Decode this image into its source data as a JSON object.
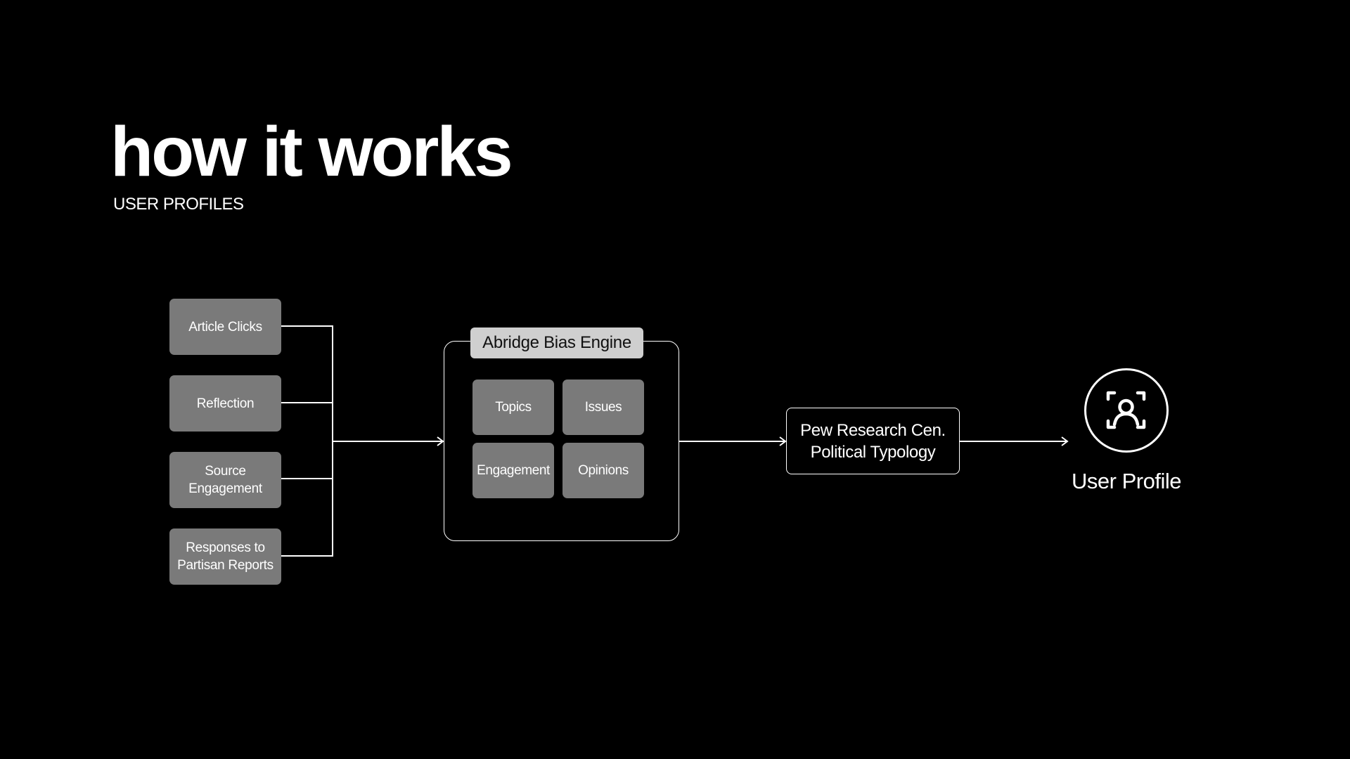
{
  "header": {
    "title": "how it works",
    "subtitle": "USER PROFILES"
  },
  "inputs": [
    {
      "lines": [
        "Article Clicks"
      ]
    },
    {
      "lines": [
        "Reflection"
      ]
    },
    {
      "lines": [
        "Source",
        "Engagement"
      ]
    },
    {
      "lines": [
        "Responses to",
        "Partisan Reports"
      ]
    }
  ],
  "engine": {
    "label": "Abridge Bias Engine",
    "factors": [
      "Topics",
      "Issues",
      "Engagement",
      "Opinions"
    ]
  },
  "typology": {
    "lines": [
      "Pew Research Cen.",
      "Political Typology"
    ]
  },
  "output": {
    "label": "User Profile",
    "icon": "user-scan-icon"
  },
  "colors": {
    "background": "#000000",
    "box_fill": "#7a7a7a",
    "engine_label_fill": "#cfcfcf",
    "line": "#ffffff"
  }
}
